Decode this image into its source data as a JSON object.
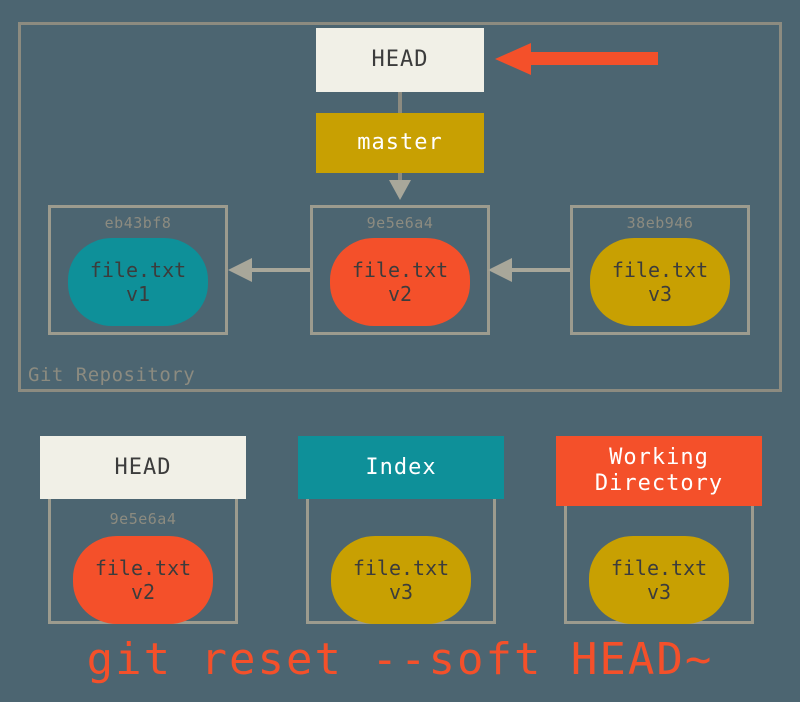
{
  "diagram": {
    "background_color": "#4c6571",
    "repository": {
      "label": "Git Repository",
      "border_color": "#8c8b80"
    },
    "pointers": {
      "head": {
        "label": "HEAD",
        "background": "#f1f0e7",
        "text_color": "#3c3c3c"
      },
      "branch": {
        "label": "master",
        "background": "#c8a002",
        "text_color": "#ffffff"
      }
    },
    "annotation_arrow": {
      "name": "red-pointer-arrow",
      "color": "#f4502a",
      "direction": "left",
      "points_at": "HEAD"
    },
    "commits": [
      {
        "hash": "eb43bf8",
        "file": "file.txt",
        "version": "v1",
        "blob_color": "#0e9099"
      },
      {
        "hash": "9e5e6a4",
        "file": "file.txt",
        "version": "v2",
        "blob_color": "#f4502a"
      },
      {
        "hash": "38eb946",
        "file": "file.txt",
        "version": "v3",
        "blob_color": "#c8a002"
      }
    ],
    "areas": [
      {
        "title": "HEAD",
        "title_background": "#f1f0e7",
        "title_color": "#3c3c3c",
        "hash": "9e5e6a4",
        "file": "file.txt",
        "version": "v2",
        "blob_color": "#f4502a"
      },
      {
        "title": "Index",
        "title_background": "#0e9099",
        "title_color": "#ffffff",
        "hash": "",
        "file": "file.txt",
        "version": "v3",
        "blob_color": "#c8a002"
      },
      {
        "title": "Working\nDirectory",
        "title_background": "#f4502a",
        "title_color": "#ffffff",
        "hash": "",
        "file": "file.txt",
        "version": "v3",
        "blob_color": "#c8a002"
      }
    ],
    "command": "git reset --soft HEAD~"
  }
}
